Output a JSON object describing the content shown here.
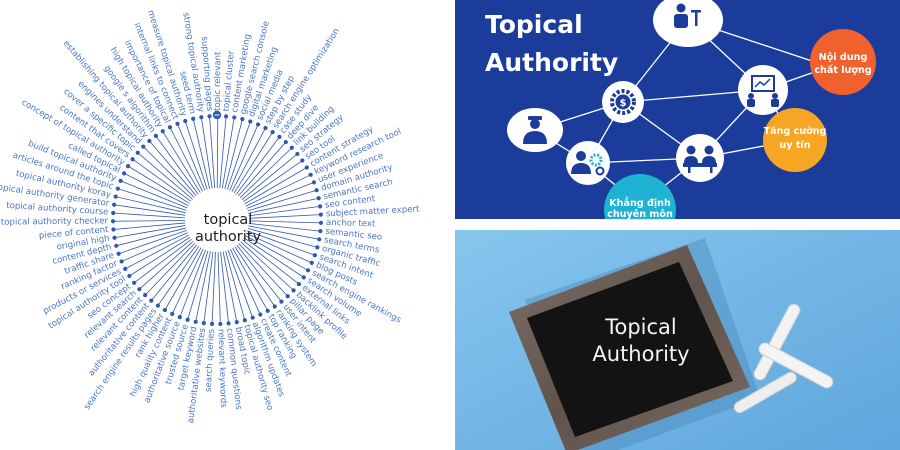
{
  "radial": {
    "center_lines": [
      "topical",
      "authority"
    ],
    "colors": {
      "word": "#4a76c8",
      "spoke": "#2f58b0",
      "center": "#222222"
    },
    "words": [
      "topical cluster",
      "content marketing",
      "google search console",
      "digital marketing",
      "social media",
      "step by step",
      "search engine optimization",
      "case study",
      "deep dive",
      "link building",
      "seo strategy",
      "seo tool",
      "content strategy",
      "keyword research tool",
      "user experience",
      "domain authority",
      "semantic search",
      "seo content",
      "subject matter expert",
      "anchor text",
      "semantic seo",
      "search terms",
      "organic traffic",
      "search intent",
      "blog posts",
      "search engine rankings",
      "search volume",
      "external links",
      "backlink profile",
      "pillar page",
      "user intent",
      "ranking system",
      "top ranking",
      "create content",
      "algorithm updates",
      "topical authority seo",
      "broad topic",
      "common questions",
      "relevant keywords",
      "search queries",
      "authoritative websites",
      "target keyword",
      "trusted source",
      "authoritative source",
      "high quality content",
      "rank higher",
      "search engine results pages",
      "authoritative content",
      "relevant content",
      "relevant search",
      "seo concept",
      "topical authority tool",
      "products or services",
      "ranking factor",
      "traffic share",
      "content depth",
      "original high",
      "piece of content",
      "topical authority checker",
      "topical authority course",
      "topical authority generator",
      "topical authority koray",
      "articles around the topic",
      "build topical authority",
      "called topical",
      "concept of topical authority",
      "content that covers",
      "cover a specific topic",
      "engines understand",
      "establishing topical authority",
      "google s algorithm",
      "high topical authority",
      "importance of topical",
      "internal links to connect",
      "measure topical authority",
      "seed term",
      "strong topical authority",
      "supporting pages",
      "topic relevant"
    ]
  },
  "network": {
    "title_lines": [
      "Topical",
      "Authority"
    ],
    "colors": {
      "background": "#1b3c9a",
      "node": "#ffffff",
      "icon": "#1b3c9a",
      "line": "#ffffff",
      "orange": "#f0612e",
      "yellow": "#f6a623",
      "teal": "#1eb3d3"
    },
    "bubbles": [
      {
        "lines": [
          "Nội dung",
          "chất lượng"
        ],
        "color": "#f0612e"
      },
      {
        "lines": [
          "Tăng cường",
          "uy tín"
        ],
        "color": "#f6a623"
      },
      {
        "lines": [
          "Khẳng định",
          "chuyên môn"
        ],
        "color": "#1eb3d3"
      }
    ],
    "icons": [
      "presenter-icon",
      "dollar-gear-icon",
      "presentation-board-icon",
      "officer-icon",
      "worker-gear-icon",
      "meeting-icon"
    ]
  },
  "photo": {
    "board_lines": [
      "Topical",
      "Authority"
    ],
    "colors": {
      "background": "#72b7e6",
      "frame": "#6b5e55",
      "board": "#121212",
      "chalk": "#f2f2f2"
    }
  }
}
